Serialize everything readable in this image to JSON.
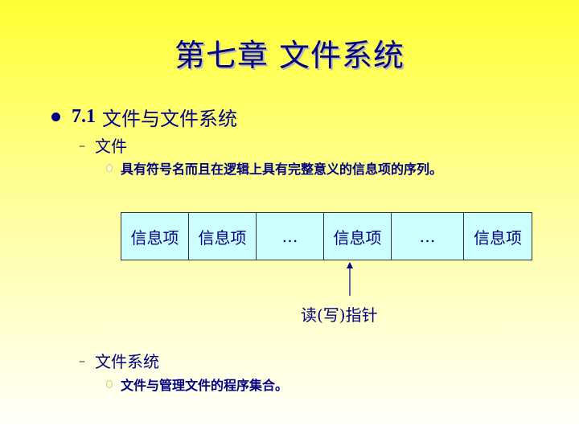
{
  "title": "第七章 文件系统",
  "section": {
    "number": "7.1",
    "label": "文件与文件系统"
  },
  "file": {
    "heading": "文件",
    "definition": "具有符号名而且在逻辑上具有完整意义的信息项的序列。"
  },
  "record_cells": [
    "信息项",
    "信息项",
    "…",
    "信息项",
    "…",
    "信息项"
  ],
  "pointer_label": "读(写)指针",
  "file_system": {
    "heading": "文件系统",
    "definition": "文件与管理文件的程序集合。"
  }
}
